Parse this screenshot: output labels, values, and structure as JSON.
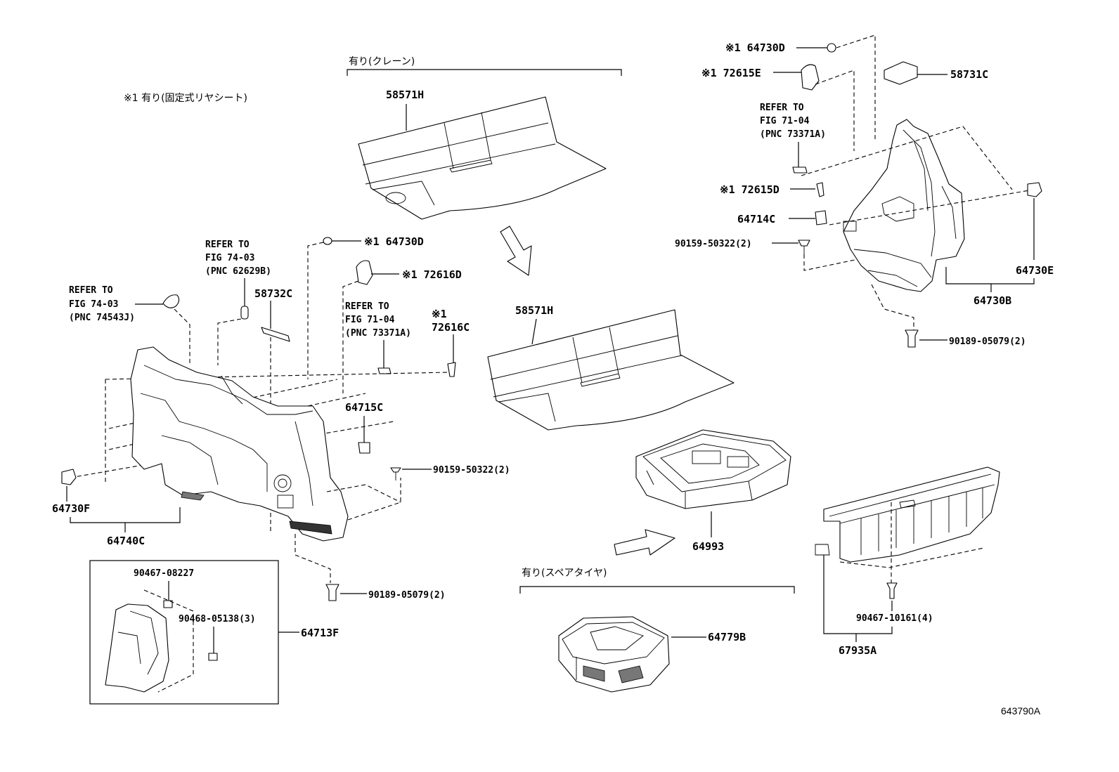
{
  "notes": {
    "note1": "※1 有り(固定式リヤシート)",
    "with_crane": "有り(クレーン)",
    "with_spare": "有り(スペアタイヤ)"
  },
  "refs": {
    "ref_74543j": [
      "REFER TO",
      "FIG 74-03",
      "(PNC 74543J)"
    ],
    "ref_62629b": [
      "REFER TO",
      "FIG 74-03",
      "(PNC 62629B)"
    ],
    "ref_73371a_left": [
      "REFER TO",
      "FIG 71-04",
      "(PNC 73371A)"
    ],
    "ref_73371a_right": [
      "REFER TO",
      "FIG 71-04",
      "(PNC 73371A)"
    ]
  },
  "parts": {
    "p58571h_top": "58571H",
    "p58571h_mid": "58571H",
    "p64730d_left": "※1 64730D",
    "p72616d": "※1 72616D",
    "p72616c_mark": "※1",
    "p72616c": "72616C",
    "p58732c": "58732C",
    "p64715c": "64715C",
    "p90159_left": "90159-50322(2)",
    "p90189_left": "90189-05079(2)",
    "p64730f": "64730F",
    "p64740c": "64740C",
    "p90467_08227": "90467-08227",
    "p90468_05138": "90468-05138(3)",
    "p64713f": "64713F",
    "p64993": "64993",
    "p64779b": "64779B",
    "p64730d_right": "※1 64730D",
    "p72615e": "※1 72615E",
    "p58731c": "58731C",
    "p72615d": "※1 72615D",
    "p64714c": "64714C",
    "p90159_right": "90159-50322(2)",
    "p64730e": "64730E",
    "p64730b": "64730B",
    "p90189_right": "90189-05079(2)",
    "p90467_10161": "90467-10161(4)",
    "p67935a": "67935A"
  },
  "diagram_code": "643790A"
}
